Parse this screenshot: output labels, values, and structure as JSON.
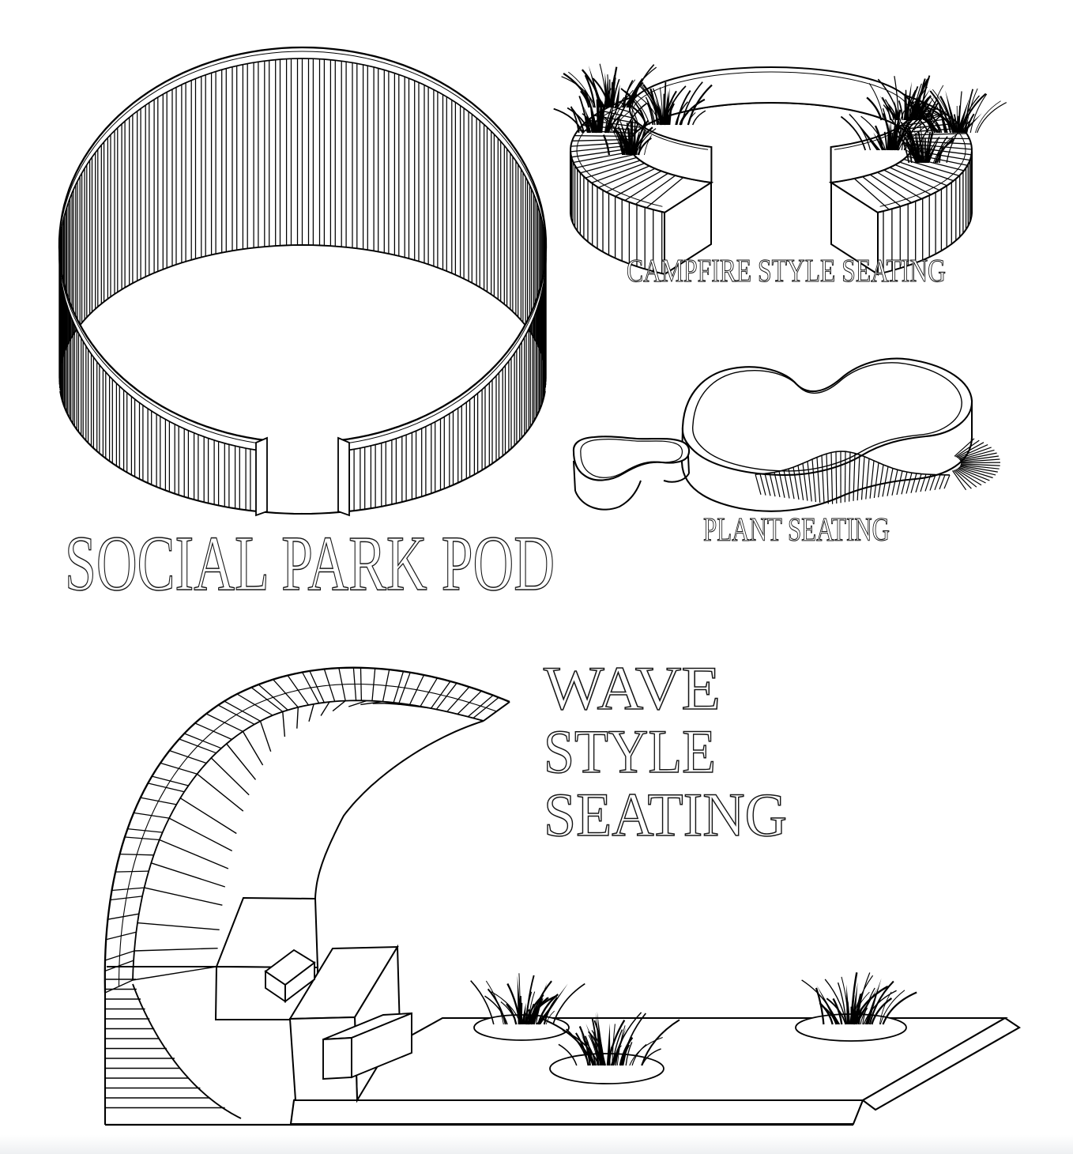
{
  "page": {
    "background": "#ffffff",
    "line_color": "#000000",
    "kind": "park furniture concept design sheet, black line art on white"
  },
  "drawings": {
    "social_park_pod": {
      "label": "SOCIAL PARK POD"
    },
    "campfire_seating": {
      "label": "CAMPFIRE STYLE SEATING"
    },
    "plant_seating": {
      "label": "PLANT SEATING"
    },
    "wave_seating": {
      "label_lines": [
        "WAVE",
        "STYLE",
        "SEATING"
      ]
    }
  }
}
